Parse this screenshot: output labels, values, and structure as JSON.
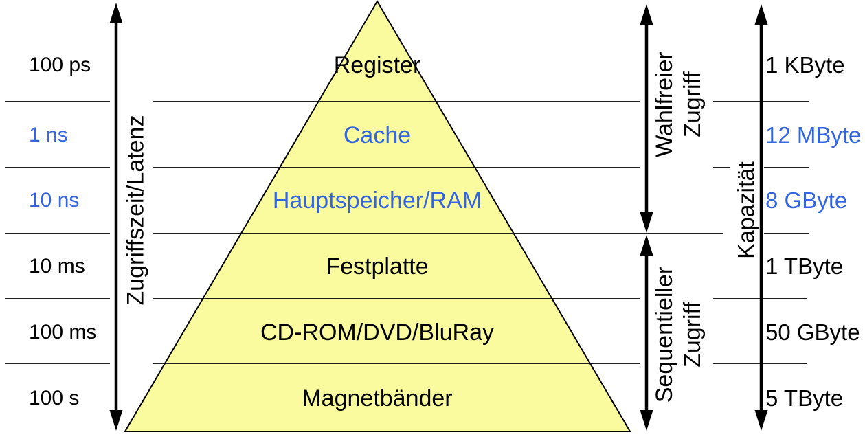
{
  "colors": {
    "highlight_blue": "#3465E1",
    "pyramid_yellow": "#FAFA9E",
    "line_black": "#000000"
  },
  "axes": {
    "latency_label": "Zugriffszeit/Latenz",
    "random_access_label": "Wahlfreier\nZugriff",
    "sequential_access_label": "Sequentieller\nZugriff",
    "capacity_label": "Kapazität"
  },
  "rows": [
    {
      "level": "Register",
      "latency": "100 ps",
      "capacity": "1 KByte",
      "highlight": false
    },
    {
      "level": "Cache",
      "latency": "1 ns",
      "capacity": "12 MByte",
      "highlight": true
    },
    {
      "level": "Hauptspeicher/RAM",
      "latency": "10 ns",
      "capacity": "8 GByte",
      "highlight": true
    },
    {
      "level": "Festplatte",
      "latency": "10 ms",
      "capacity": "1 TByte",
      "highlight": false
    },
    {
      "level": "CD-ROM/DVD/BluRay",
      "latency": "100 ms",
      "capacity": "50 GByte",
      "highlight": false
    },
    {
      "level": "Magnetbänder",
      "latency": "100 s",
      "capacity": "5 TByte",
      "highlight": false
    }
  ]
}
